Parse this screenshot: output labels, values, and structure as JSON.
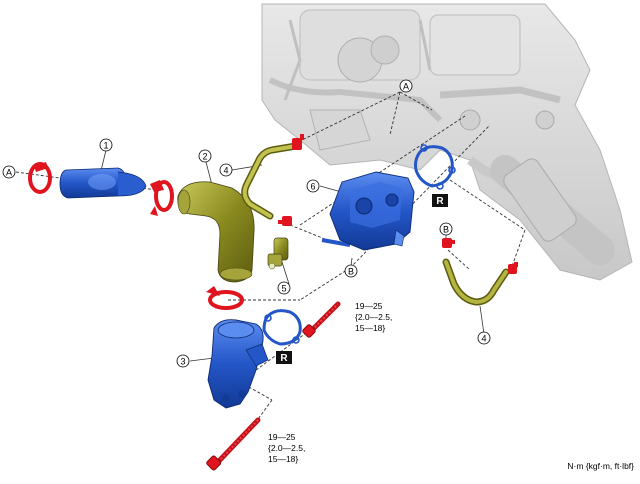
{
  "callouts": {
    "c1": "1",
    "c2": "2",
    "c3": "3",
    "c4a": "4",
    "c4b": "4",
    "c5": "5",
    "c6": "6",
    "a_left": "A",
    "a_top": "A",
    "b_mid": "B",
    "b_right": "B"
  },
  "replace_marks": {
    "r_upper": "R",
    "r_lower": "R"
  },
  "torque_upper": {
    "line1": "19—25",
    "line2": "{2.0—2.5,",
    "line3": "15—18}"
  },
  "torque_lower": {
    "line1": "19—25",
    "line2": "{2.0—2.5,",
    "line3": "15—18}"
  },
  "unit_label": "N·m {kgf·m, ft·lbf}",
  "colors": {
    "engine_gray": "#d9d9d9",
    "part_blue": "#2456c8",
    "hose_olive": "#8a8a20",
    "clamp_red": "#e0141e",
    "leader": "#333333"
  }
}
